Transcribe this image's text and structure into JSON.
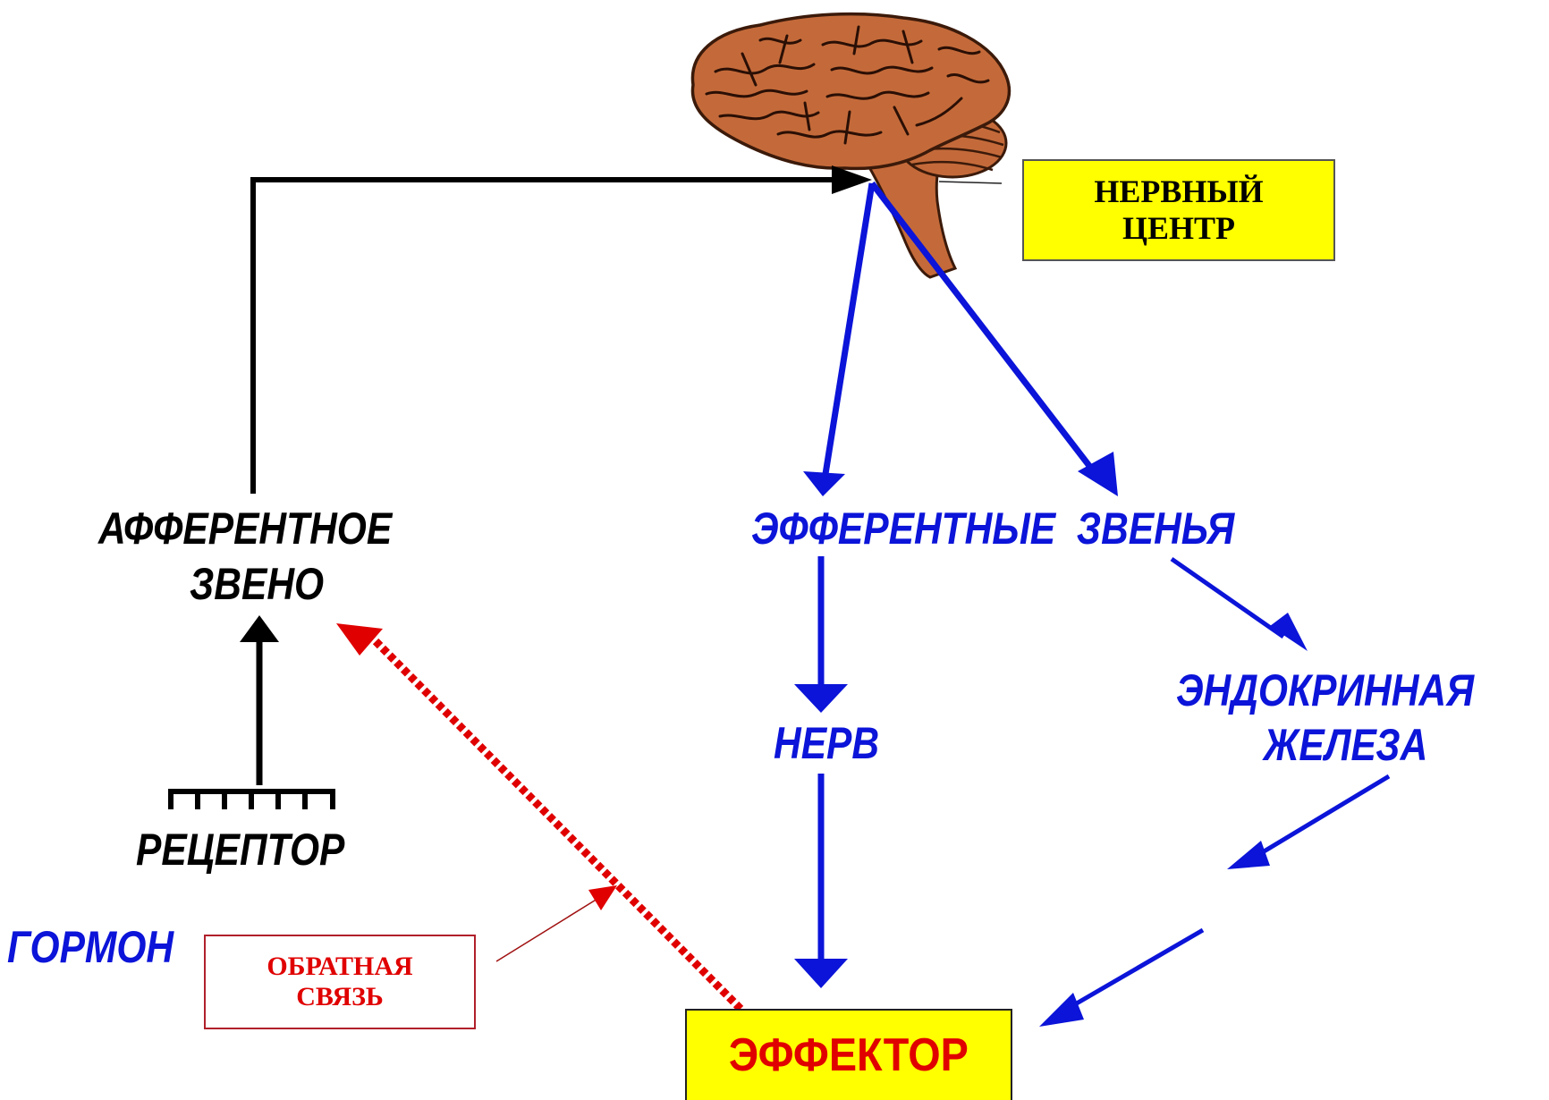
{
  "labels": {
    "nerve_center": "НЕРВНЫЙ\nЦЕНТР",
    "afferent_line1": "АФФЕРЕНТНОЕ",
    "afferent_line2": "ЗВЕНО",
    "efferent": "ЭФФЕРЕНТНЫЕ  ЗВЕНЬЯ",
    "nerve": "НЕРВ",
    "endocrine_line1": "ЭНДОКРИННАЯ",
    "endocrine_line2": "ЖЕЛЕЗА",
    "receptor": "РЕЦЕПТОР",
    "hormone": "ГОРМОН",
    "feedback": "ОБРАТНАЯ\nСВЯЗЬ",
    "effector": "ЭФФЕКТОР"
  },
  "colors": {
    "blue": "#0b14d8",
    "black": "#000000",
    "red": "#e00000",
    "yellow": "#ffff00",
    "brain": "#c46a3a"
  },
  "icons": {
    "brain": "brain-icon",
    "receptor": "receptor-comb-icon"
  }
}
